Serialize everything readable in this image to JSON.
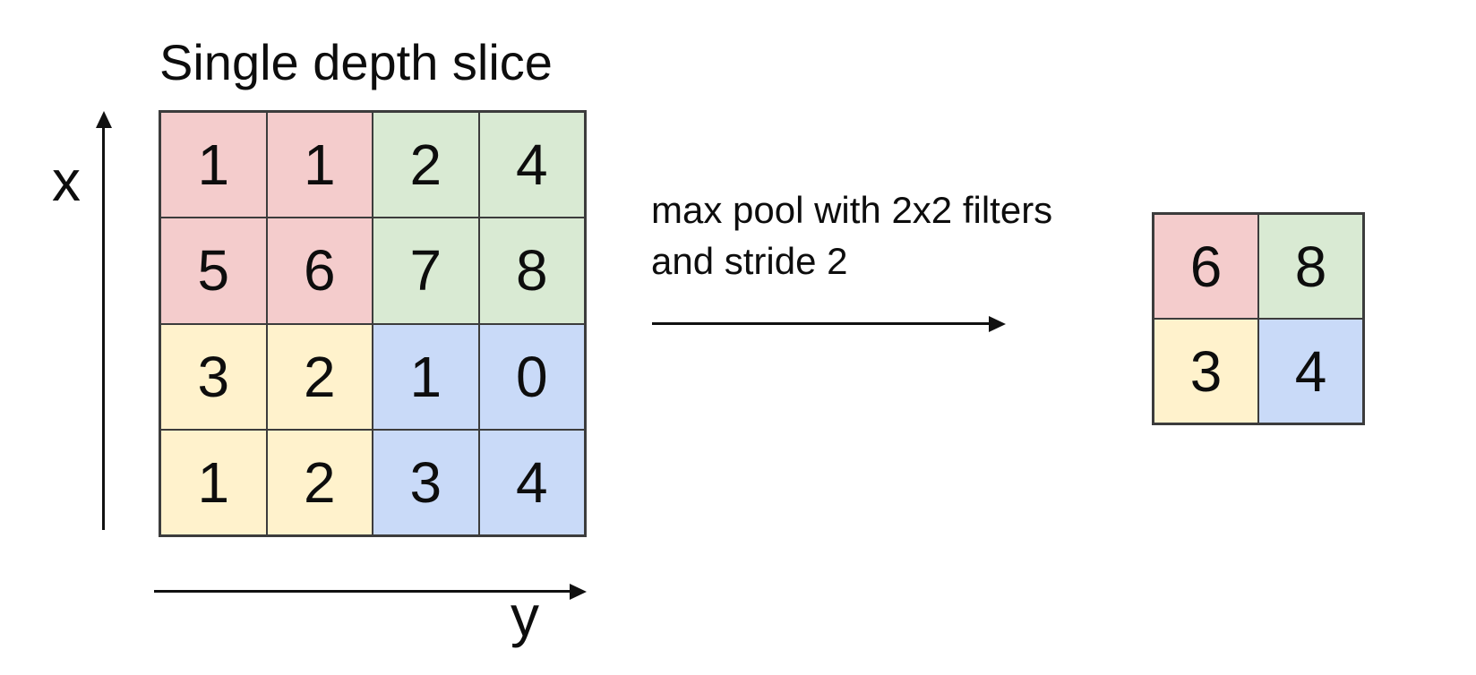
{
  "diagram": {
    "title": "Single depth slice",
    "x_axis_label": "x",
    "y_axis_label": "y",
    "operation_label": {
      "line1": "max pool with 2x2 filters",
      "line2": "and stride 2"
    },
    "input_grid": {
      "rows": 4,
      "cols": 4,
      "values": [
        [
          1,
          1,
          2,
          4
        ],
        [
          5,
          6,
          7,
          8
        ],
        [
          3,
          2,
          1,
          0
        ],
        [
          1,
          2,
          3,
          4
        ]
      ],
      "regions": [
        [
          "pink",
          "pink",
          "green",
          "green"
        ],
        [
          "pink",
          "pink",
          "green",
          "green"
        ],
        [
          "yellow",
          "yellow",
          "blue",
          "blue"
        ],
        [
          "yellow",
          "yellow",
          "blue",
          "blue"
        ]
      ]
    },
    "output_grid": {
      "rows": 2,
      "cols": 2,
      "values": [
        [
          6,
          8
        ],
        [
          3,
          4
        ]
      ],
      "regions": [
        [
          "pink",
          "green"
        ],
        [
          "yellow",
          "blue"
        ]
      ]
    },
    "colors": {
      "pink": "#f4cccc",
      "green": "#d9ead3",
      "yellow": "#fff2cc",
      "blue": "#c9daf8",
      "grid_border": "#3c3c3c",
      "text": "#0d0d0d",
      "background": "#ffffff"
    }
  }
}
